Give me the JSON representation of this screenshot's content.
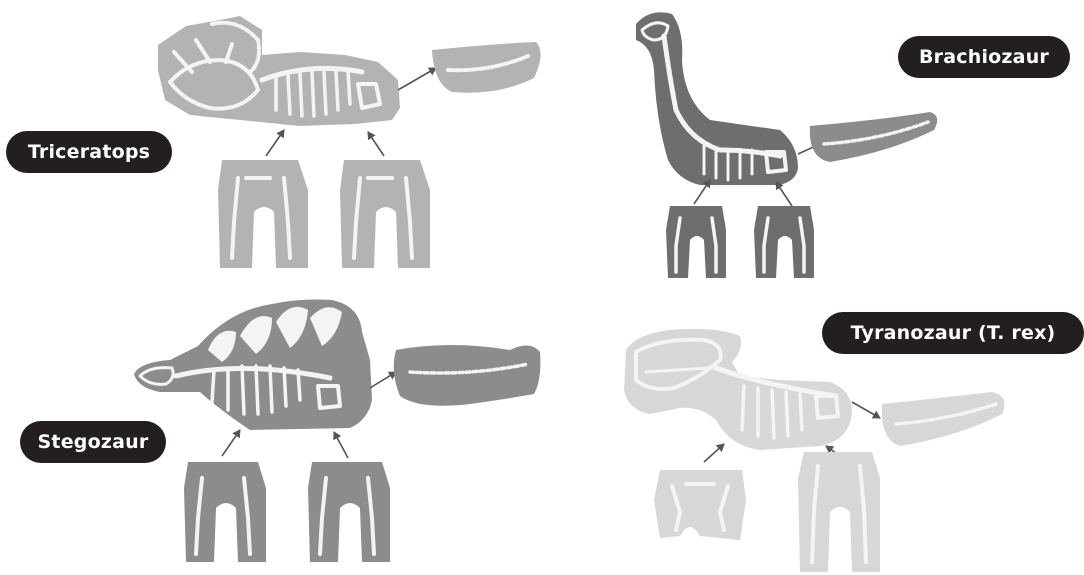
{
  "colors": {
    "label_bg": "#231f20",
    "label_text": "#ffffff",
    "light_gray": "#b3b3b3",
    "mid_gray": "#8c8c8c",
    "dark_gray": "#6e6e6e",
    "pale_gray": "#d7d7d7",
    "bone": "#f4f4f4",
    "line": "#555555"
  },
  "dinosaurs": [
    {
      "id": "triceratops",
      "label": "Triceratops",
      "shade": "light_gray"
    },
    {
      "id": "brachio",
      "label": "Brachiozaur",
      "shade": "dark_gray"
    },
    {
      "id": "stego",
      "label": "Stegozaur",
      "shade": "mid_gray"
    },
    {
      "id": "trex",
      "label": "Tyranozaur (T. rex)",
      "shade": "pale_gray"
    }
  ]
}
